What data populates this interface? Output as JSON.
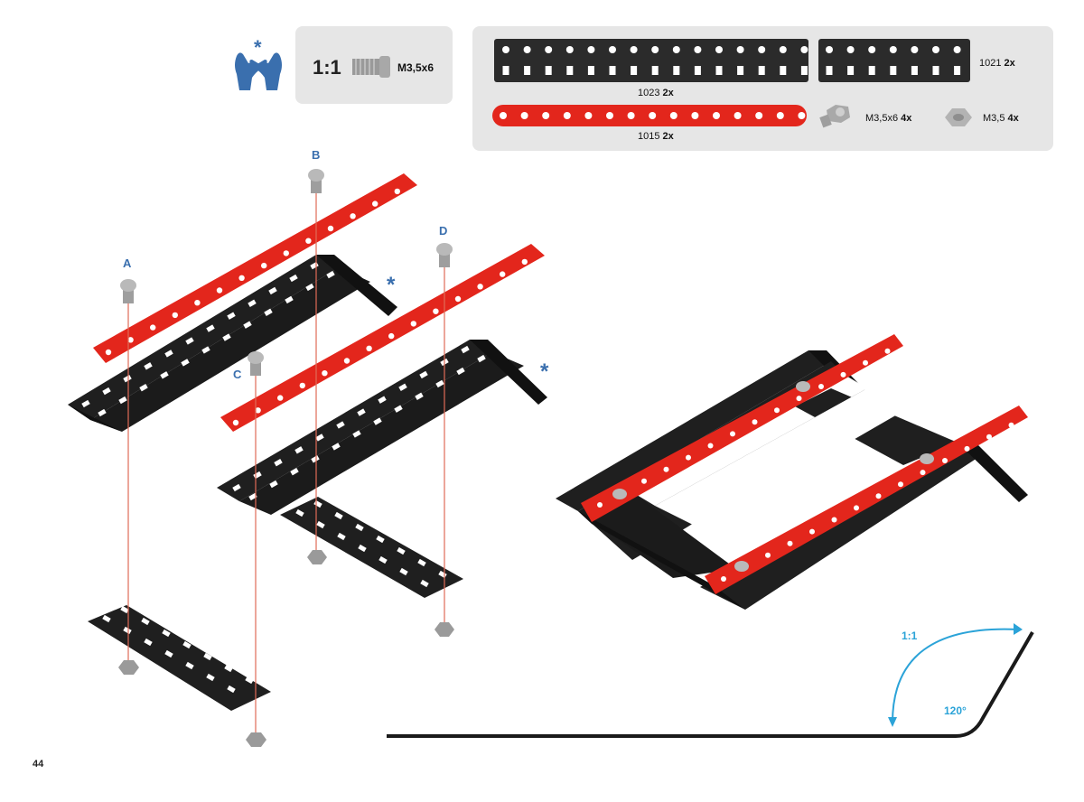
{
  "page_number": "44",
  "scale_box": {
    "ratio": "1:1",
    "screw_label": "M3,5x6"
  },
  "parts": [
    {
      "code": "1023",
      "qty": "2x"
    },
    {
      "code": "1021",
      "qty": "2x"
    },
    {
      "code": "1015",
      "qty": "2x"
    },
    {
      "code": "M3,5x6",
      "qty": "4x"
    },
    {
      "code": "M3,5",
      "qty": "4x"
    }
  ],
  "bolt_labels": {
    "a": "A",
    "b": "B",
    "c": "C",
    "d": "D"
  },
  "asterisk": "*",
  "bend_guide": {
    "ratio": "1:1",
    "angle": "120°"
  },
  "colors": {
    "red_strip": "#e3261c",
    "black_plate": "#1f1f1f",
    "panel_bg": "#e6e6e6",
    "label_blue": "#3a6fae",
    "guide_blue": "#2ba3d8"
  },
  "icons": [
    "hands-icon",
    "screw-icon",
    "bolt-icon",
    "nut-icon",
    "bend-arrow-icon"
  ]
}
